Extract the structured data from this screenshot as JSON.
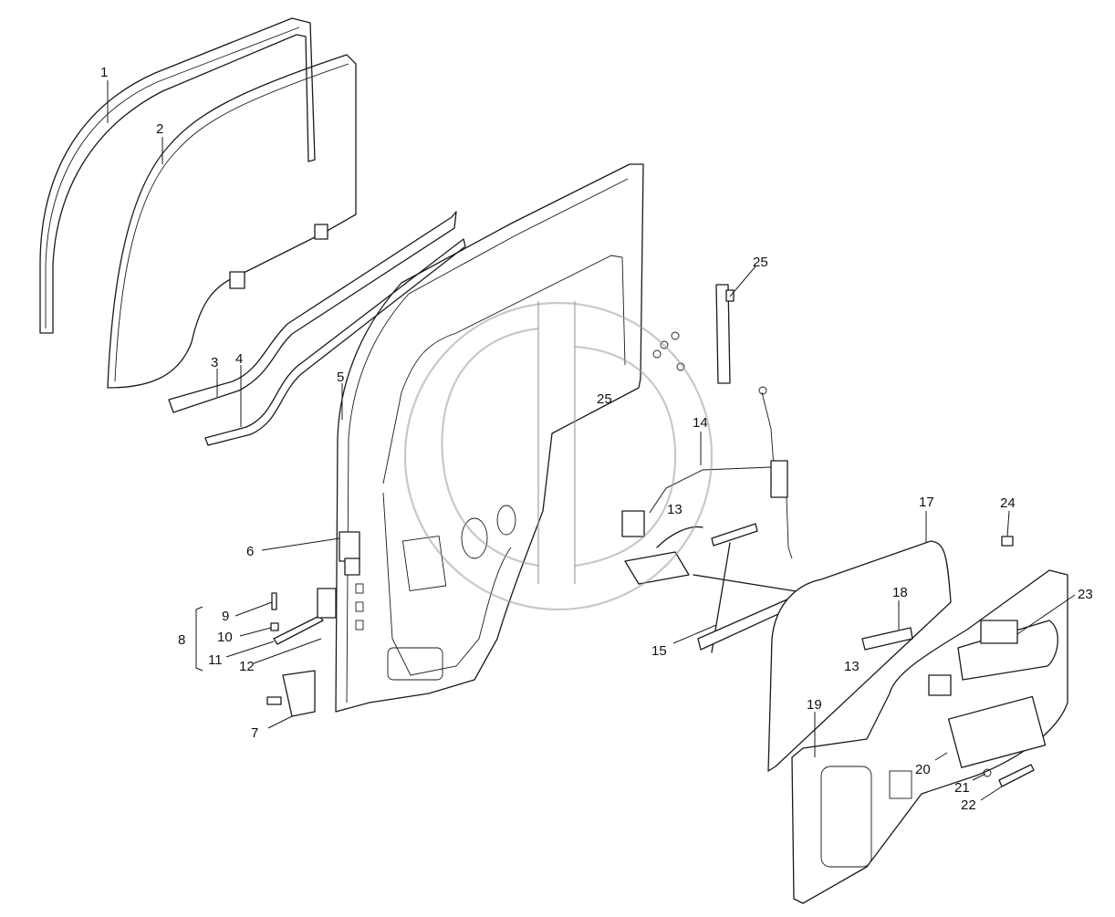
{
  "diagram": {
    "labels": {
      "p1": "1",
      "p2": "2",
      "p3": "3",
      "p4": "4",
      "p5": "5",
      "p6": "6",
      "p7": "7",
      "p8": "8",
      "p9": "9",
      "p10": "10",
      "p11": "11",
      "p12": "12",
      "p13a": "13",
      "p13b": "13",
      "p14": "14",
      "p15": "15",
      "p17": "17",
      "p18": "18",
      "p19": "19",
      "p20": "20",
      "p21": "21",
      "p22": "22",
      "p23": "23",
      "p24": "24",
      "p25a": "25",
      "p25b": "25"
    }
  }
}
